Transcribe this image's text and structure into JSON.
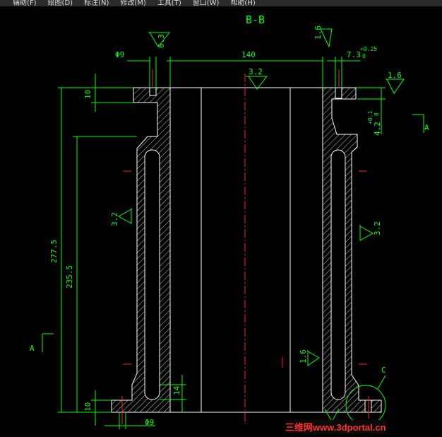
{
  "menu": [
    "辅助(F)",
    "绘图(D)",
    "标注(N)",
    "修改(M)",
    "工具(T)",
    "窗口(W)",
    "帮助(H)"
  ],
  "drawing": {
    "section_title": "B-B",
    "dims": {
      "d_width": "140",
      "d_left_top": "Φ9",
      "d_bottom": "Φ9",
      "d_right_top": "7.3",
      "d_right_tol": "+0.25",
      "d_right_tol_low": "0",
      "d_right_depth": "4.2",
      "d_right_depth_tol": "+0.1",
      "d_right_depth_tol_low": "0",
      "d_height_total": "277.5",
      "d_height_inner": "235.5",
      "d_top_flange": "10",
      "d_bottom_flange": "10",
      "d_slot_gap": "14"
    },
    "roughness": {
      "r_top_left": "6.3",
      "r_top_right": "1.6",
      "r_bore_top": "3.2",
      "r_right_flange": "1.6",
      "r_left_wall": "3.2",
      "r_right_wall": "3.2",
      "r_bottom_right": "1.6"
    },
    "view_labels": {
      "section_a_right": "A",
      "section_a_left": "A",
      "detail_c": "C"
    }
  },
  "watermark": "三维网www.3dportal.cn",
  "colors": {
    "dimension": "#00ff00",
    "outline": "#ffffff",
    "centerline": "#ff2020",
    "background": "#000000"
  }
}
